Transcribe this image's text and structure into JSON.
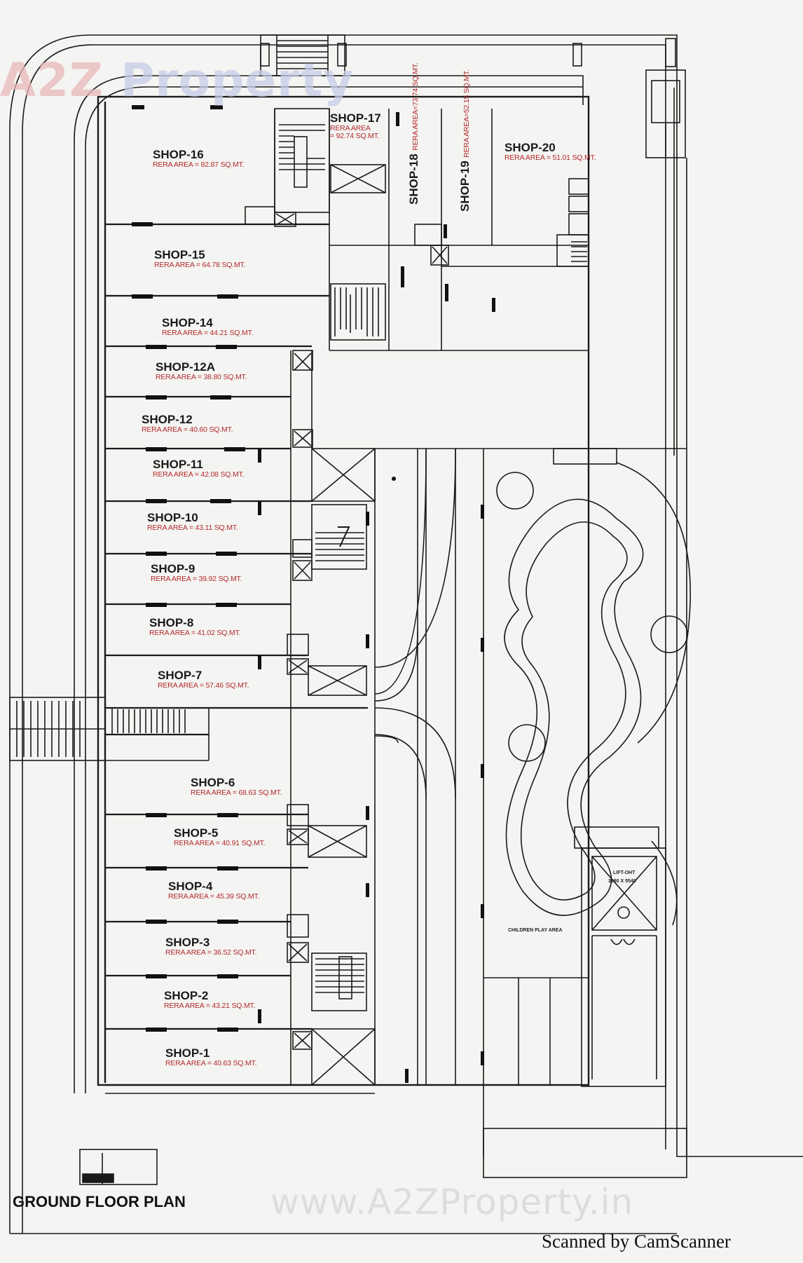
{
  "watermark_top": {
    "a": "A",
    "two": "2",
    "z": "Z",
    "word": "Property"
  },
  "watermark_bottom": "www.A2ZProperty.in",
  "plan_title": "GROUND FLOOR PLAN",
  "scanner_credit": "Scanned by CamScanner",
  "children_play_area": "CHILDREN PLAY AREA",
  "lift_label": "LIFT-OHT",
  "lift_size": "3290 X 5540",
  "shops": [
    {
      "name": "SHOP-16",
      "area": "RERA AREA = 82.87 SQ.MT."
    },
    {
      "name": "SHOP-17",
      "area": "RERA AREA",
      "area2": "= 92.74 SQ.MT."
    },
    {
      "name": "SHOP-18",
      "area": "RERA AREA=73.74 SQ.MT."
    },
    {
      "name": "SHOP-19",
      "area": "RERA AREA=52.15 SQ.MT."
    },
    {
      "name": "SHOP-20",
      "area": "RERA AREA = 51.01 SQ.MT."
    },
    {
      "name": "SHOP-15",
      "area": "RERA AREA = 64.78 SQ.MT."
    },
    {
      "name": "SHOP-14",
      "area": "RERA AREA = 44.21 SQ.MT."
    },
    {
      "name": "SHOP-12A",
      "area": "RERA AREA = 38.80 SQ.MT."
    },
    {
      "name": "SHOP-12",
      "area": "RERA AREA = 40.60 SQ.MT."
    },
    {
      "name": "SHOP-11",
      "area": "RERA AREA = 42.08 SQ.MT."
    },
    {
      "name": "SHOP-10",
      "area": "RERA AREA = 43.11 SQ.MT."
    },
    {
      "name": "SHOP-9",
      "area": "RERA AREA = 39.92 SQ.MT."
    },
    {
      "name": "SHOP-8",
      "area": "RERA AREA = 41.02 SQ.MT."
    },
    {
      "name": "SHOP-7",
      "area": "RERA AREA = 57.46 SQ.MT."
    },
    {
      "name": "SHOP-6",
      "area": "RERA AREA = 68.63 SQ.MT."
    },
    {
      "name": "SHOP-5",
      "area": "RERA AREA = 40.91 SQ.MT."
    },
    {
      "name": "SHOP-4",
      "area": "RERA AREA = 45.39 SQ.MT."
    },
    {
      "name": "SHOP-3",
      "area": "RERA AREA = 36.52 SQ.MT."
    },
    {
      "name": "SHOP-2",
      "area": "RERA AREA = 43.21 SQ.MT."
    },
    {
      "name": "SHOP-1",
      "area": "RERA AREA = 40.63 SQ.MT."
    }
  ]
}
